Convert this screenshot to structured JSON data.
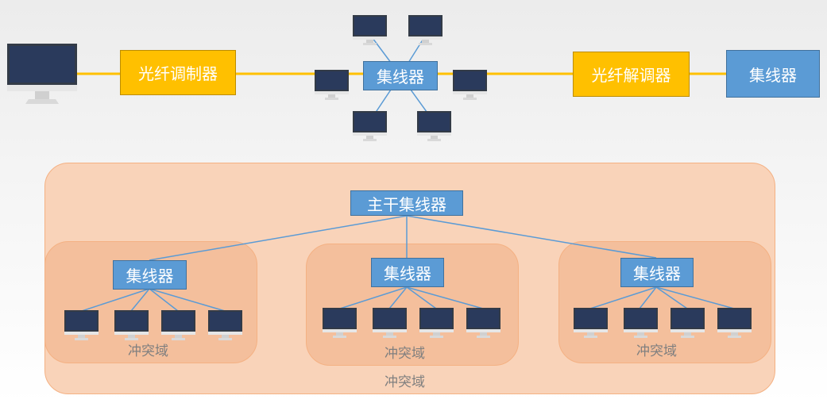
{
  "top_row": {
    "optical_modulator": "光纤调制器",
    "center_hub": "集线器",
    "optical_demodulator": "光纤解调器",
    "right_hub": "集线器"
  },
  "backbone": {
    "main_hub": "主干集线器",
    "outer_domain_label": "冲突域",
    "groups": [
      {
        "hub": "集线器",
        "domain_label": "冲突域"
      },
      {
        "hub": "集线器",
        "domain_label": "冲突域"
      },
      {
        "hub": "集线器",
        "domain_label": "冲突域"
      }
    ]
  },
  "colors": {
    "link_yellow": "#ffc000",
    "hub_blue": "#5b9bd5",
    "line_blue": "#5b9bd5",
    "zone_orange": "#f4b183"
  }
}
